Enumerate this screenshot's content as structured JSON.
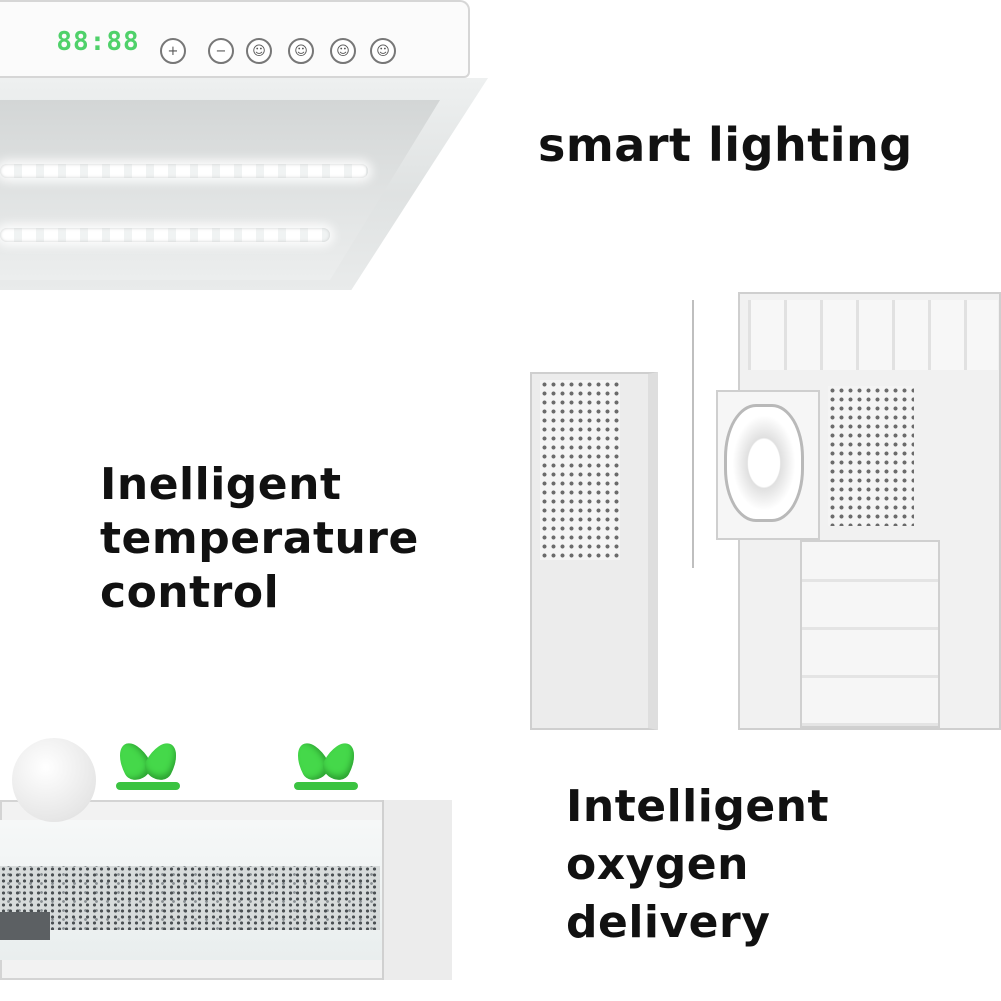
{
  "captions": {
    "lighting": "smart lighting",
    "temperature": [
      "Inelligent",
      "temperature",
      "control"
    ],
    "oxygen": [
      "Intelligent",
      "oxygen",
      "delivery"
    ]
  },
  "lamp_panel": {
    "display": "88:88",
    "buttons": [
      "+",
      "−",
      "☺",
      "☺",
      "☺",
      "☺"
    ]
  },
  "colors": {
    "display_green": "#4fd16a",
    "plant_green": "#45d84a",
    "text": "#111111"
  }
}
